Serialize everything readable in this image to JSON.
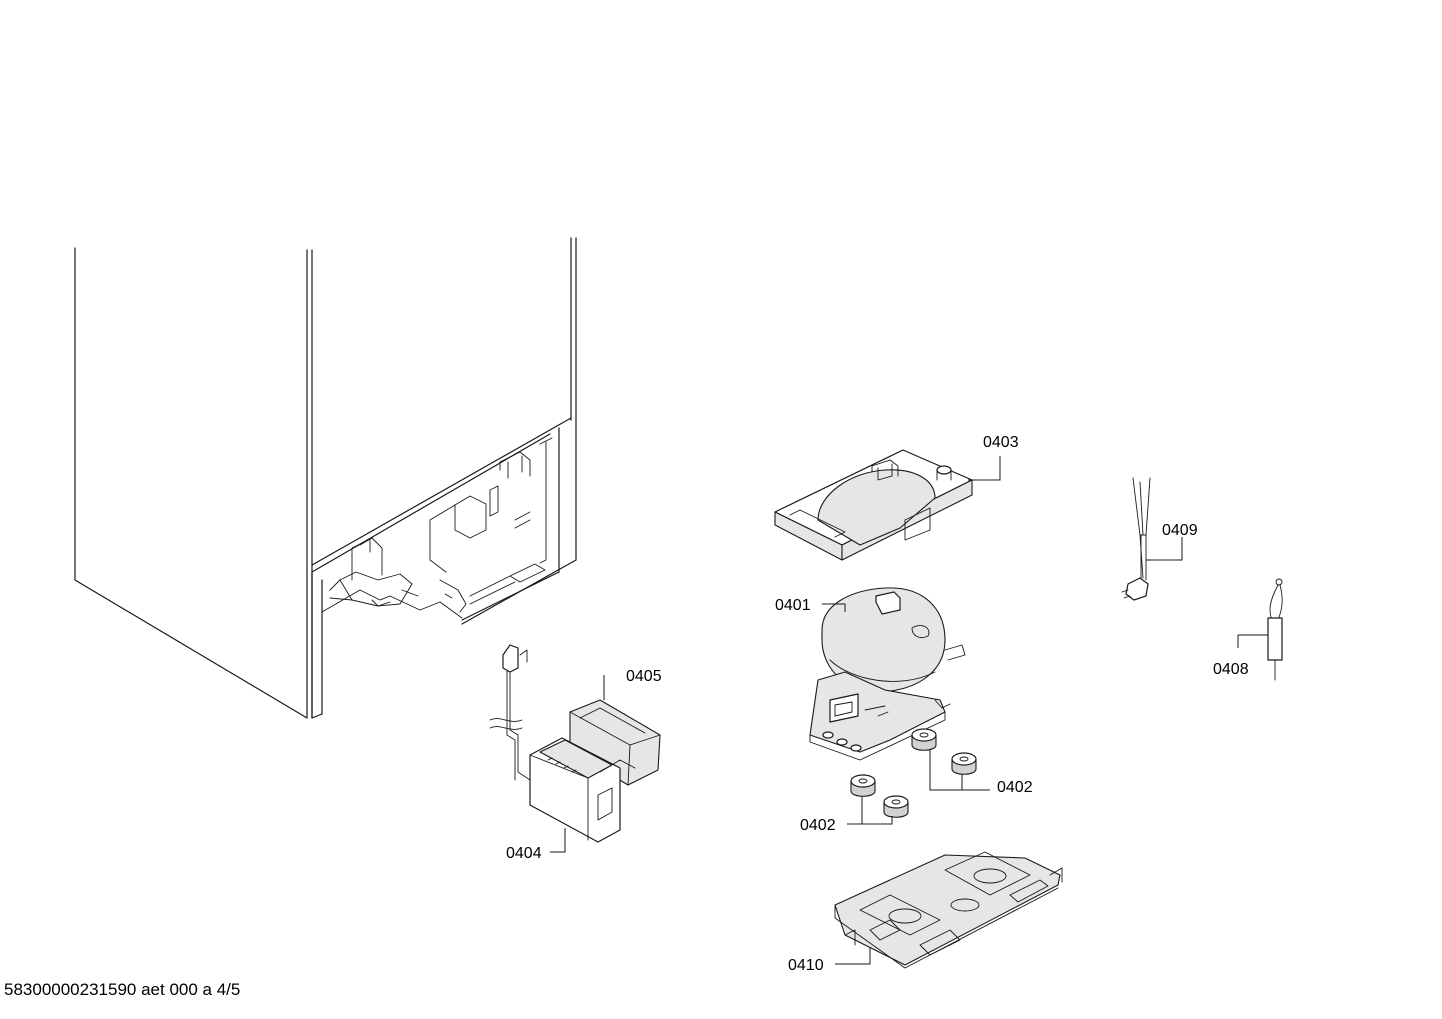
{
  "callouts": {
    "c0401": "0401",
    "c0402a": "0402",
    "c0402b": "0402",
    "c0403": "0403",
    "c0404": "0404",
    "c0405": "0405",
    "c0408": "0408",
    "c0409": "0409",
    "c0410": "0410"
  },
  "footer": {
    "doc_id": "58300000231590 aet 000 a 4/5"
  }
}
